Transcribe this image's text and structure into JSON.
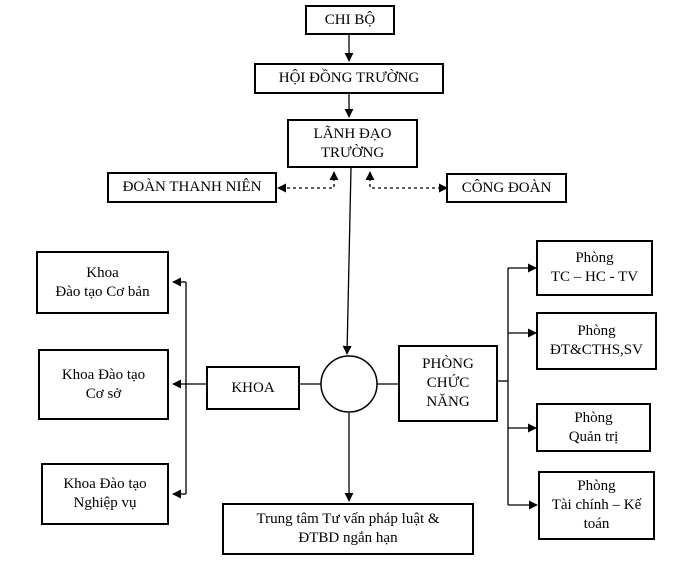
{
  "nodes": {
    "chi_bo": "CHI BỘ",
    "hoi_dong": "HỘI ĐỒNG TRƯỜNG",
    "lanh_dao": [
      "LÃNH ĐẠO",
      "TRƯỜNG"
    ],
    "doan_thanh_nien": "ĐOÀN THANH NIÊN",
    "cong_doan": "CÔNG ĐOÀN",
    "khoa_dao_tao_co_ban": [
      "Khoa",
      "Đào tạo Cơ bản"
    ],
    "khoa_dao_tao_co_so": [
      "Khoa Đào tạo",
      "Cơ sở"
    ],
    "khoa_dao_tao_nghiep_vu": [
      "Khoa Đào tạo",
      "Nghiệp vụ"
    ],
    "khoa": "KHOA",
    "phong_chuc_nang": [
      "PHÒNG",
      "CHỨC",
      "NĂNG"
    ],
    "phong_tc_hc_tv": [
      "Phòng",
      "TC – HC - TV"
    ],
    "phong_dt_cths_sv": [
      "Phòng",
      "ĐT&CTHS,SV"
    ],
    "phong_quan_tri": [
      "Phòng",
      "Quản trị"
    ],
    "phong_tai_chinh": [
      "Phòng",
      "Tài chính – Kế",
      "toán"
    ],
    "trung_tam": [
      "Trung tâm Tư vấn pháp luật &",
      "ĐTBD ngắn hạn"
    ]
  }
}
